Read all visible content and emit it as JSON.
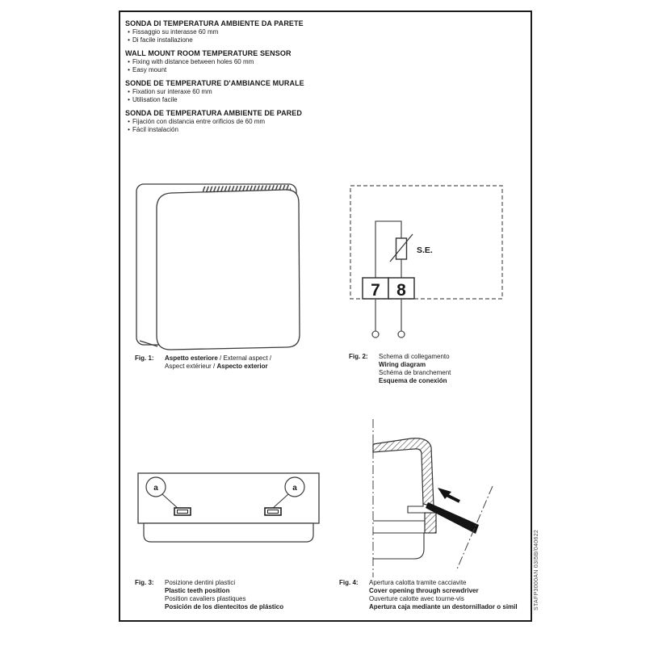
{
  "document": {
    "side_code": "STAFP3000AN 03I5B/040622"
  },
  "sections": [
    {
      "title": "SONDA DI TEMPERATURA AMBIENTE DA PARETE",
      "bullets": [
        "Fissaggio su interasse 60 mm",
        "Di facile installazione"
      ]
    },
    {
      "title": "WALL MOUNT ROOM TEMPERATURE SENSOR",
      "bullets": [
        "Fixing with distance between holes 60 mm",
        "Easy mount"
      ]
    },
    {
      "title": "SONDE DE TEMPERATURE D'AMBIANCE MURALE",
      "bullets": [
        "Fixation sur interaxe 60 mm",
        "Utilisation facile"
      ]
    },
    {
      "title": "SONDA DE TEMPERATURA AMBIENTE DE PARED",
      "bullets": [
        "Fijación con distancia entre orificios de 60 mm",
        "Fácil instalación"
      ]
    }
  ],
  "captions": [
    {
      "label": "Fig. 1:",
      "lines": [
        [
          {
            "t": "Aspetto esteriore",
            "b": true
          },
          {
            "t": " / External aspect /",
            "b": false
          }
        ],
        [
          {
            "t": "Aspect extérieur / ",
            "b": false
          },
          {
            "t": "Aspecto exterior",
            "b": true
          }
        ]
      ]
    },
    {
      "label": "Fig. 2:",
      "lines": [
        [
          {
            "t": "Schema di collegamento",
            "b": false
          }
        ],
        [
          {
            "t": "Wiring diagram",
            "b": true
          }
        ],
        [
          {
            "t": "Schéma de branchement",
            "b": false
          }
        ],
        [
          {
            "t": "Esquema de conexión",
            "b": true
          }
        ]
      ]
    },
    {
      "label": "Fig. 3:",
      "lines": [
        [
          {
            "t": "Posizione dentini plastici",
            "b": false
          }
        ],
        [
          {
            "t": "Plastic teeth position",
            "b": true
          }
        ],
        [
          {
            "t": "Position cavaliers plastiques",
            "b": false
          }
        ],
        [
          {
            "t": "Posición de los dientecitos de plástico",
            "b": true
          }
        ]
      ]
    },
    {
      "label": "Fig. 4:",
      "lines": [
        [
          {
            "t": "Apertura calotta tramite cacciavite",
            "b": false
          }
        ],
        [
          {
            "t": "Cover opening through screwdriver",
            "b": true
          }
        ],
        [
          {
            "t": "Ouverture calotte avec tourne-vis",
            "b": false
          }
        ],
        [
          {
            "t": "Apertura caja mediante un destornillador o simil",
            "b": true
          }
        ]
      ]
    }
  ],
  "wiring": {
    "sensor_label": "S.E.",
    "terminal_left": "7",
    "terminal_right": "8"
  },
  "teeth": {
    "callout_label": "a"
  }
}
